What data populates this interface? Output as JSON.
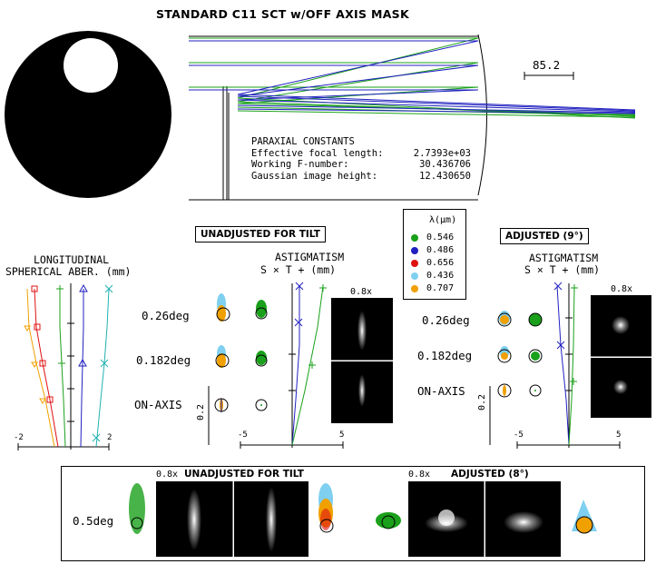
{
  "title": "STANDARD  C11  SCT w/OFF AXIS MASK",
  "scale_bar": "85.2",
  "paraxial": {
    "heading": "PARAXIAL CONSTANTS",
    "rows": [
      {
        "label": "Effective focal length:",
        "value": "2.7393e+03"
      },
      {
        "label": "Working F-number:",
        "value": "30.436706"
      },
      {
        "label": "Gaussian image height:",
        "value": "12.430650"
      }
    ]
  },
  "panels": {
    "unadjusted_label": "UNADJUSTED FOR TILT",
    "adjusted_label_top": "ADJUSTED (9°)",
    "bottom_unadjusted_label": "UNADJUSTED FOR TILT",
    "bottom_adjusted_label": "ADJUSTED (8°)",
    "magnification": "0.8x"
  },
  "legend": {
    "header": "λ(μm)",
    "items": [
      {
        "label": "0.546",
        "color": "#1aa01a"
      },
      {
        "label": "0.486",
        "color": "#2020c0"
      },
      {
        "label": "0.656",
        "color": "#e01010"
      },
      {
        "label": "0.436",
        "color": "#7fd0f0"
      },
      {
        "label": "0.707",
        "color": "#f0a000"
      }
    ]
  },
  "longitudinal": {
    "title1": "LONGITUDINAL",
    "title2": "SPHERICAL ABER. (mm)",
    "tick_min": "-2",
    "tick_max": "2"
  },
  "astig_left": {
    "title1": "ASTIGMATISM",
    "title2": "S × T + (mm)",
    "tick_min": "-5",
    "tick_max": "5",
    "vscale": "0.2"
  },
  "astig_right": {
    "title1": "ASTIGMATISM",
    "title2": "S × T + (mm)",
    "tick_min": "-5",
    "tick_max": "5",
    "vscale": "0.2"
  },
  "fields_left": [
    "0.26deg",
    "0.182deg",
    "ON-AXIS"
  ],
  "fields_right": [
    "0.26deg",
    "0.182deg",
    "ON-AXIS"
  ],
  "bottom_field": "0.5deg"
}
